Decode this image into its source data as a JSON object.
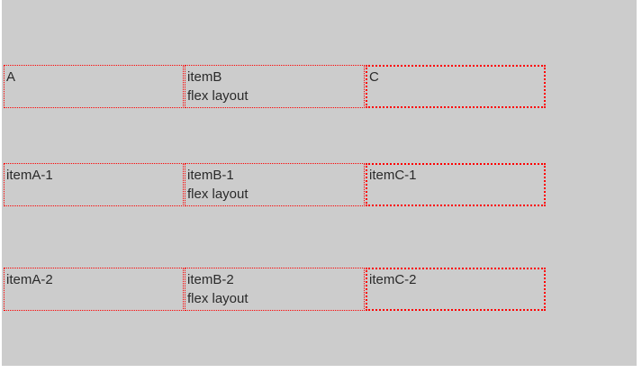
{
  "page": {
    "background_color": "#cccccc",
    "frame_color": "#ffffff",
    "item_border_color": "#ff0000",
    "text_color": "#2a2a2a"
  },
  "rows": [
    {
      "items": [
        {
          "lines": [
            "A"
          ]
        },
        {
          "lines": [
            "itemB",
            "flex layout"
          ]
        },
        {
          "lines": [
            "C"
          ]
        }
      ]
    },
    {
      "items": [
        {
          "lines": [
            "itemA-1"
          ]
        },
        {
          "lines": [
            "itemB-1",
            "flex layout"
          ]
        },
        {
          "lines": [
            "itemC-1"
          ]
        }
      ]
    },
    {
      "items": [
        {
          "lines": [
            "itemA-2"
          ]
        },
        {
          "lines": [
            "itemB-2",
            "flex layout"
          ]
        },
        {
          "lines": [
            "itemC-2"
          ]
        }
      ]
    }
  ]
}
